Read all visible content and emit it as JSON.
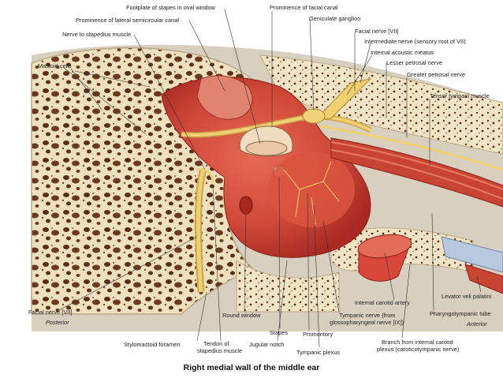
{
  "caption": "Right medial wall of the middle ear",
  "labels": {
    "footplate": "Footplate of stapes in oval window",
    "prom_facial": "Prominence of facial canal",
    "prom_lateral": "Prominence of lateral semicircular canal",
    "geniculate": "Geniculate ganglion",
    "nerve_stapedius": "Nerve to stapedius muscle",
    "facial_nerve_top": "Facial nerve [VII]",
    "intermediate": "Intermediate nerve (sensory root of VII)",
    "internal_meatus": "Internal acoustic meatus",
    "mastoid": "Mastoid cells",
    "lesser_petrosal": "Lesser petrosal nerve",
    "greater_petrosal": "Greater petrosal nerve",
    "tensor": "Tensor tympani muscle",
    "int_carotid": "Internal carotid artery",
    "levator": "Levator veli palatini",
    "facial_nerve_bottom": "Facial nerve [VII]",
    "posterior": "Posterior",
    "round_window": "Round window",
    "tympanic_nerve_1": "Tympanic nerve (from",
    "tympanic_nerve_2": "glossopharyngeal nerve [IX])",
    "pharyngotympanic": "Pharyngotympanic tube",
    "anterior": "Anterior",
    "stapes": "Stapes",
    "promontory": "Promontory",
    "stylomastoid": "Stylomastoid foramen",
    "tendon_1": "Tendon of",
    "tendon_2": "stapedius muscle",
    "jugular": "Jugular notch",
    "tympanic_plexus": "Tympanic plexus",
    "branch_1": "Branch from internal carotid",
    "branch_2": "plexus (caroticotympanic nerve)"
  }
}
